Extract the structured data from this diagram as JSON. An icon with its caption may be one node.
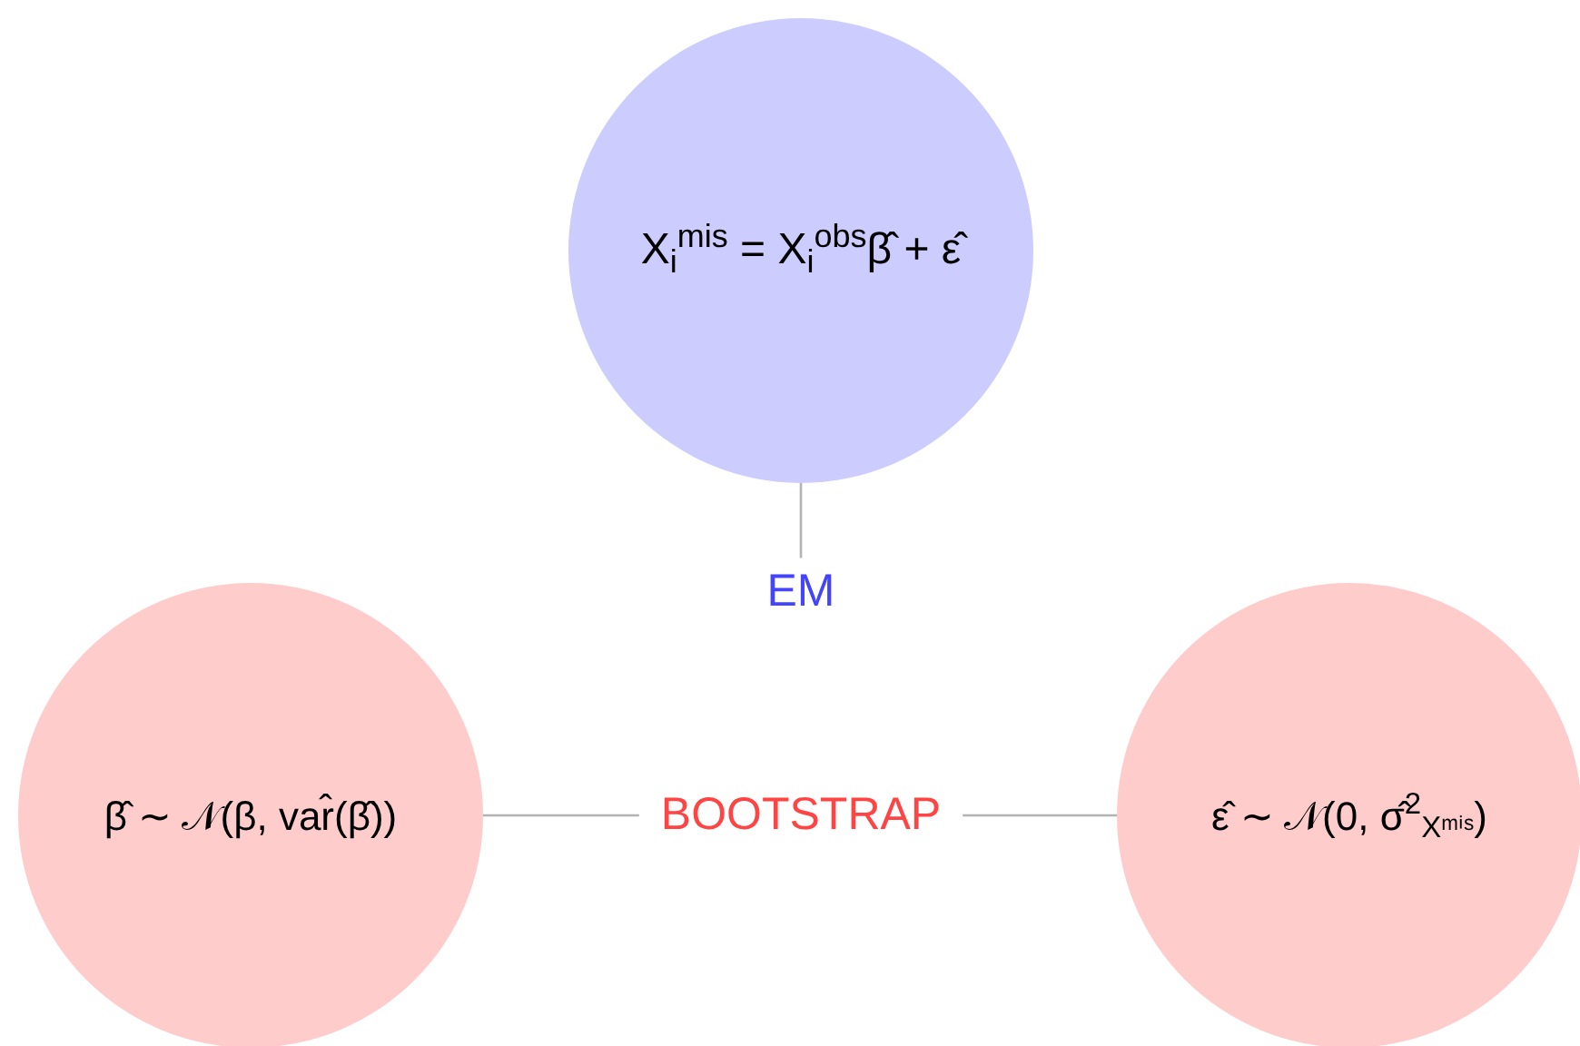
{
  "diagram": {
    "nodes": [
      {
        "text": [
          "X$_{i}$$^{mis}$ = X$_{i}$$^{obs}$β̂ + ε̂"
        ]
      },
      {
        "text": [
          "EM"
        ]
      },
      {
        "text": [
          "β̂ ∼ 𝒩(β, var̂(β̂))"
        ]
      },
      {
        "text": [
          "BOOTSTRAP"
        ]
      },
      {
        "text": [
          "ε̂ ∼ 𝒩(0, σ̂$^{2}$$_{Xᵐⁱˢ}$)"
        ]
      }
    ],
    "edges": [
      {
        "from": 0,
        "to": 1,
        "arrow": "none"
      },
      {
        "from": 2,
        "to": 3,
        "arrow": "none"
      },
      {
        "from": 3,
        "to": 4,
        "arrow": "none"
      }
    ]
  }
}
